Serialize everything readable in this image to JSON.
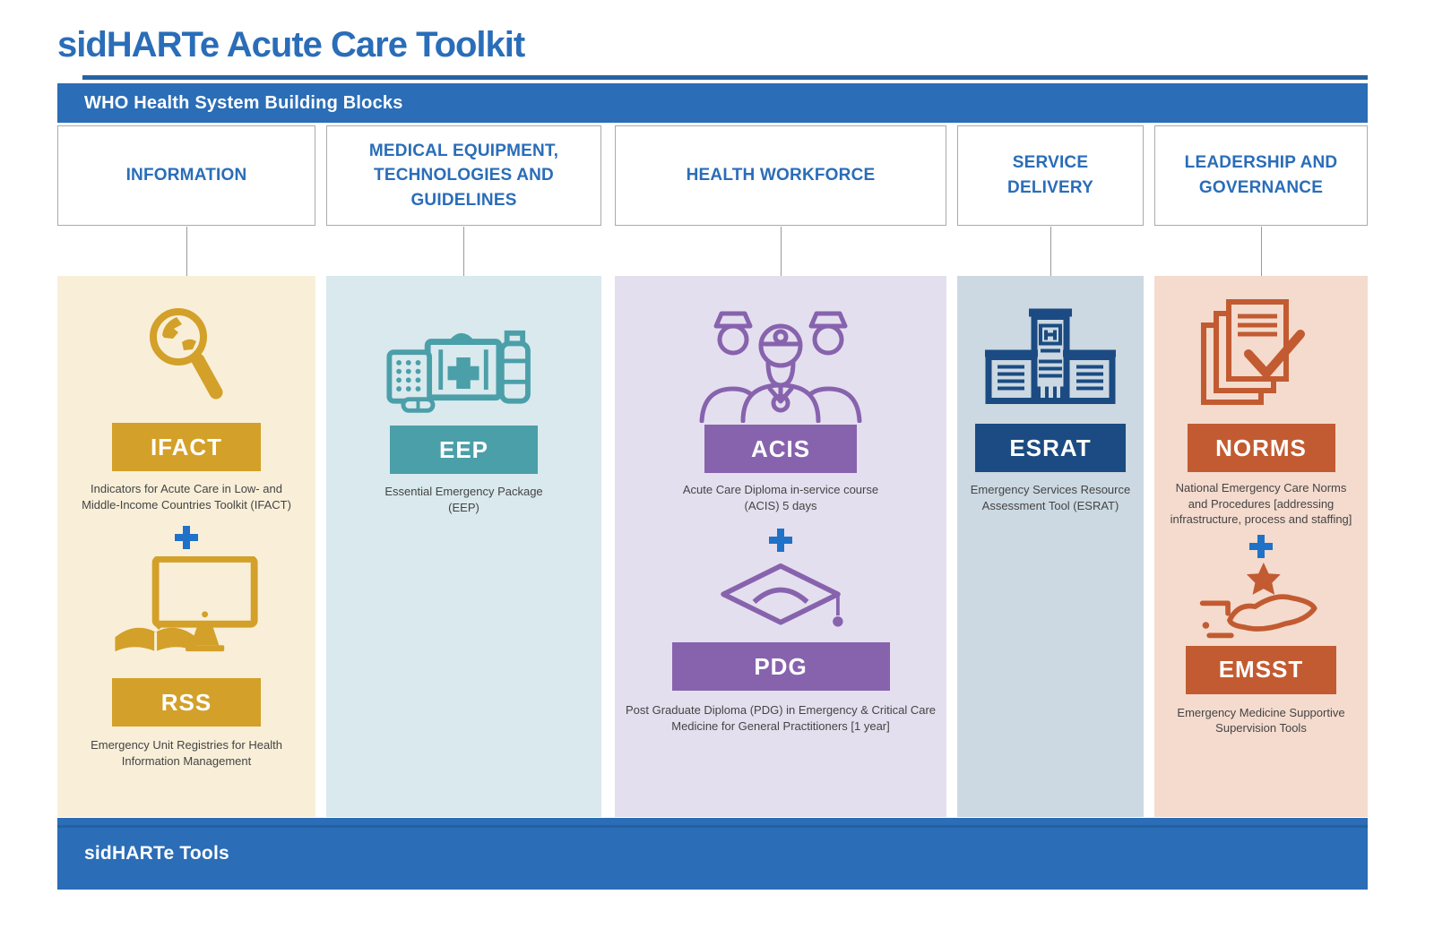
{
  "title": "sidHARTe Acute Care Toolkit",
  "who_bar": {
    "label": "WHO Health System Building Blocks"
  },
  "footer_bar": {
    "label": "sidHARTe Tools"
  },
  "palette": {
    "primary_blue": "#2b6db7",
    "rule_blue": "#26629f",
    "heading_blue": "#2a6db8",
    "plus_blue": "#1f72c8",
    "connector_gray": "#999999",
    "box_border_gray": "#aaaaaa",
    "caption_gray": "#444444"
  },
  "columns": [
    {
      "header": "INFORMATION",
      "colors": {
        "bg": "#f9efd9",
        "accent": "#d3a029"
      },
      "joiner_icon": "plus-icon",
      "tools": [
        {
          "abbr": "IFACT",
          "caption": "Indicators for Acute Care in Low- and Middle-Income Countries Toolkit (IFACT)",
          "icon": "globe-magnifier-icon"
        },
        {
          "abbr": "RSS",
          "caption": "Emergency Unit Registries for Health Information Management",
          "icon": "computer-book-icon"
        }
      ]
    },
    {
      "header": "MEDICAL EQUIPMENT, TECHNOLOGIES AND GUIDELINES",
      "colors": {
        "bg": "#d9e9ed",
        "accent": "#4b9fa9"
      },
      "tools": [
        {
          "abbr": "EEP",
          "caption": "Essential Emergency Package (EEP)",
          "icon": "first-aid-kit-icon"
        }
      ]
    },
    {
      "header": "HEALTH WORKFORCE",
      "colors": {
        "bg": "#e4dfee",
        "accent": "#8763ae"
      },
      "joiner_icon": "plus-icon",
      "tools": [
        {
          "abbr": "ACIS",
          "caption": "Acute Care Diploma in-service course (ACIS) 5 days",
          "icon": "medical-team-icon"
        },
        {
          "abbr": "PDG",
          "caption": "Post Graduate Diploma (PDG) in Emergency & Critical Care Medicine for General Practitioners [1 year]",
          "icon": "graduation-cap-icon"
        }
      ]
    },
    {
      "header": "SERVICE DELIVERY",
      "colors": {
        "bg": "#ccd9e2",
        "accent": "#1b4b82"
      },
      "tools": [
        {
          "abbr": "ESRAT",
          "caption": "Emergency Services Resource Assessment Tool (ESRAT)",
          "icon": "hospital-icon"
        }
      ]
    },
    {
      "header": "LEADERSHIP AND GOVERNANCE",
      "colors": {
        "bg": "#f4dbce",
        "accent": "#c25b31"
      },
      "joiner_icon": "plus-icon",
      "tools": [
        {
          "abbr": "NORMS",
          "caption": "National Emergency Care Norms and Procedures [addressing infrastructure, process and staffing]",
          "icon": "documents-check-icon"
        },
        {
          "abbr": "EMSST",
          "caption": "Emergency Medicine Supportive Supervision Tools",
          "icon": "star-hand-icon"
        }
      ]
    }
  ]
}
